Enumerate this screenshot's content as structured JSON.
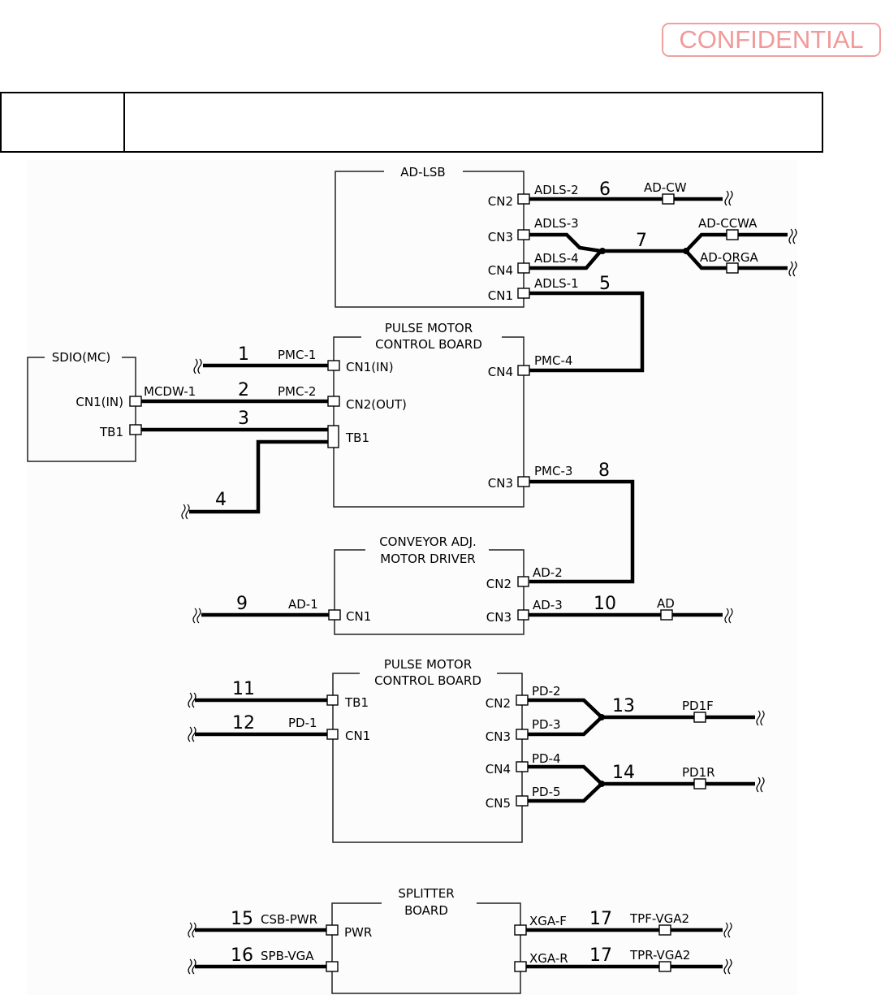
{
  "stamp": {
    "text": "CONFIDENTIAL",
    "color": "#f09a9a"
  },
  "header_table": {
    "left_cell": "",
    "right_cell": ""
  },
  "boards": {
    "ad_lsb": {
      "title": "AD-LSB",
      "connectors": [
        "CN2",
        "CN3",
        "CN4",
        "CN1"
      ]
    },
    "sdio": {
      "title": "SDIO(MC)",
      "connectors": [
        "CN1(IN)",
        "TB1"
      ]
    },
    "pmc1": {
      "title_line1": "PULSE MOTOR",
      "title_line2": "CONTROL BOARD",
      "connectors": [
        "CN1(IN)",
        "CN2(OUT)",
        "TB1",
        "CN4",
        "CN3"
      ]
    },
    "cam": {
      "title_line1": "CONVEYOR ADJ.",
      "title_line2": "MOTOR DRIVER",
      "connectors": [
        "CN1",
        "CN2",
        "CN3"
      ]
    },
    "pmc2": {
      "title_line1": "PULSE MOTOR",
      "title_line2": "CONTROL BOARD",
      "connectors": [
        "TB1",
        "CN1",
        "CN2",
        "CN3",
        "CN4",
        "CN5"
      ]
    },
    "splitter": {
      "title_line1": "SPLITTER",
      "title_line2": "BOARD",
      "connectors": [
        "PWR",
        "XGA-F",
        "XGA-R"
      ]
    }
  },
  "cables": [
    {
      "num": "1",
      "ends": [
        "PMC-1"
      ]
    },
    {
      "num": "2",
      "ends": [
        "MCDW-1",
        "PMC-2"
      ]
    },
    {
      "num": "3",
      "ends": []
    },
    {
      "num": "4",
      "ends": []
    },
    {
      "num": "5",
      "ends": [
        "ADLS-1",
        "PMC-4"
      ]
    },
    {
      "num": "6",
      "ends": [
        "ADLS-2",
        "AD-CW"
      ]
    },
    {
      "num": "7",
      "ends": [
        "ADLS-3",
        "ADLS-4",
        "AD-CCWA",
        "AD-ORGA"
      ]
    },
    {
      "num": "8",
      "ends": [
        "PMC-3",
        "AD-2"
      ]
    },
    {
      "num": "9",
      "ends": [
        "AD-1"
      ]
    },
    {
      "num": "10",
      "ends": [
        "AD-3",
        "AD"
      ]
    },
    {
      "num": "11",
      "ends": []
    },
    {
      "num": "12",
      "ends": [
        "PD-1"
      ]
    },
    {
      "num": "13",
      "ends": [
        "PD-2",
        "PD-3",
        "PD1F"
      ]
    },
    {
      "num": "14",
      "ends": [
        "PD-4",
        "PD-5",
        "PD1R"
      ]
    },
    {
      "num": "15",
      "ends": [
        "CSB-PWR"
      ]
    },
    {
      "num": "16",
      "ends": [
        "SPB-VGA"
      ]
    },
    {
      "num": "17",
      "ends": [
        "TPF-VGA2"
      ]
    },
    {
      "num": "17",
      "ends": [
        "TPR-VGA2"
      ]
    }
  ]
}
